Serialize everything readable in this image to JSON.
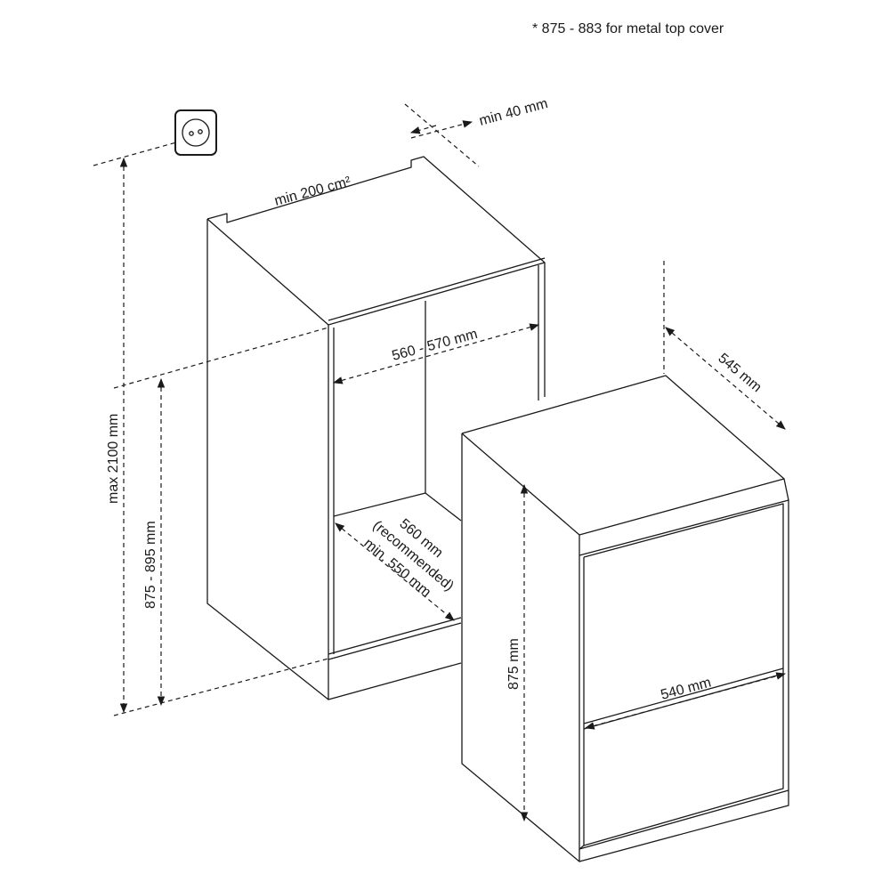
{
  "note": "* 875 - 883 for metal top cover",
  "icons": {
    "socket": "power-socket-icon"
  },
  "labels": {
    "min_40": "min 40 mm",
    "min_200": "min 200 cm²",
    "width_niche": "560 - 570 mm",
    "height_max": "max 2100 mm",
    "height_niche": "875 - 895 mm",
    "depth_recommended": "560 mm",
    "depth_recommended_note": "(recommended)",
    "depth_min": "min. 550 mm",
    "depth_appliance": "545 mm",
    "height_appliance": "875 mm",
    "width_appliance": "540 mm"
  }
}
